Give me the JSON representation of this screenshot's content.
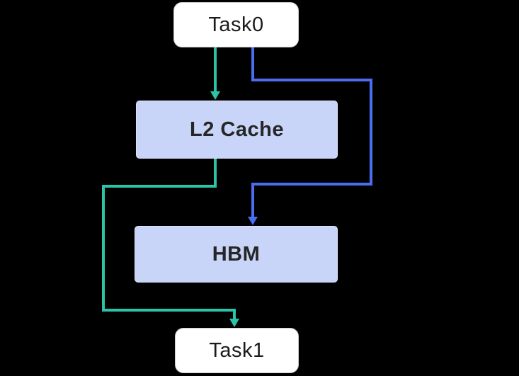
{
  "diagram": {
    "background": "#000000",
    "nodes": {
      "task0": {
        "label": "Task0",
        "fill": "#ffffff",
        "text_color": "#1b1b1b"
      },
      "l2_cache": {
        "label": "L2 Cache",
        "fill": "#c8d4f8",
        "text_color": "#262626"
      },
      "hbm": {
        "label": "HBM",
        "fill": "#c8d4f8",
        "text_color": "#262626"
      },
      "task1": {
        "label": "Task1",
        "fill": "#ffffff",
        "text_color": "#1b1b1b"
      }
    },
    "edges": {
      "task0_to_l2cache": {
        "color": "#2bc4a8"
      },
      "l2cache_to_task1": {
        "color": "#2bc4a8"
      },
      "task0_to_hbm": {
        "color": "#4b6df1"
      }
    }
  }
}
